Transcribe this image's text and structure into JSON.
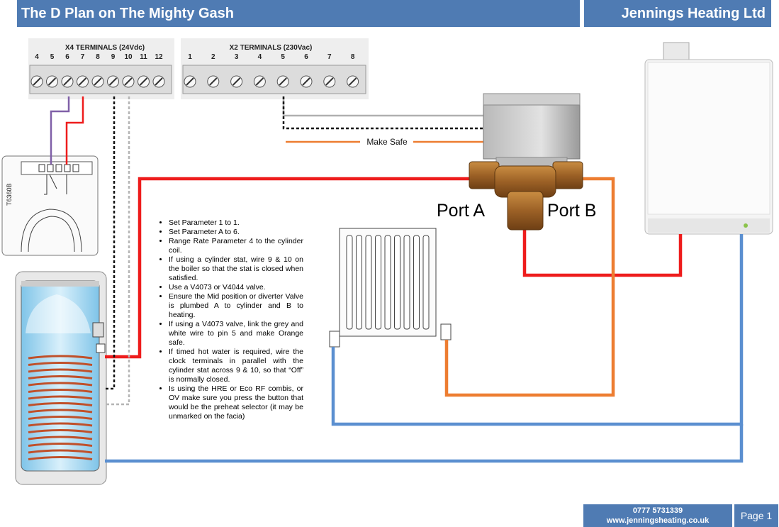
{
  "header": {
    "title": "The D Plan on The Mighty Gash",
    "company": "Jennings Heating Ltd"
  },
  "footer": {
    "phone": "0777 5731339",
    "website": "www.jenningsheating.co.uk",
    "page": "Page 1"
  },
  "terminals": {
    "x4": {
      "title": "X4 TERMINALS (24Vdc)",
      "numbers": [
        "4",
        "5",
        "6",
        "7",
        "8",
        "9",
        "10",
        "11",
        "12"
      ]
    },
    "x2": {
      "title": "X2 TERMINALS (230Vac)",
      "numbers": [
        "1",
        "2",
        "3",
        "4",
        "5",
        "6",
        "7",
        "8"
      ]
    }
  },
  "stat": {
    "model": "T6360B"
  },
  "valve": {
    "port_a": "Port A",
    "port_b": "Port B",
    "make_safe": "Make Safe"
  },
  "notes": [
    "Set Parameter 1 to 1.",
    "Set Parameter A to 6.",
    "Range Rate Parameter 4 to the cylinder coil.",
    "If using a cylinder stat, wire 9 & 10 on the boiler so that the stat is closed when satisfied.",
    "Use a V4073 or V4044 valve.",
    "Ensure the Mid position or diverter Valve is plumbed A to cylinder and B to heating.",
    "If using a V4073 valve, link the grey and white wire to pin 5 and make Orange safe.",
    "If timed hot water is required, wire the clock terminals in parallel with the cylinder stat across 9 & 10, so that “Off” is normally closed.",
    "Is using the HRE or Eco RF combis, or OV make sure you press the button that would be the preheat selector (it may be unmarked on the facia)"
  ],
  "colors": {
    "banner": "#4f7bb3",
    "flow": "#ee1c1c",
    "heating": "#ed7d31",
    "return": "#5b8fd0"
  }
}
